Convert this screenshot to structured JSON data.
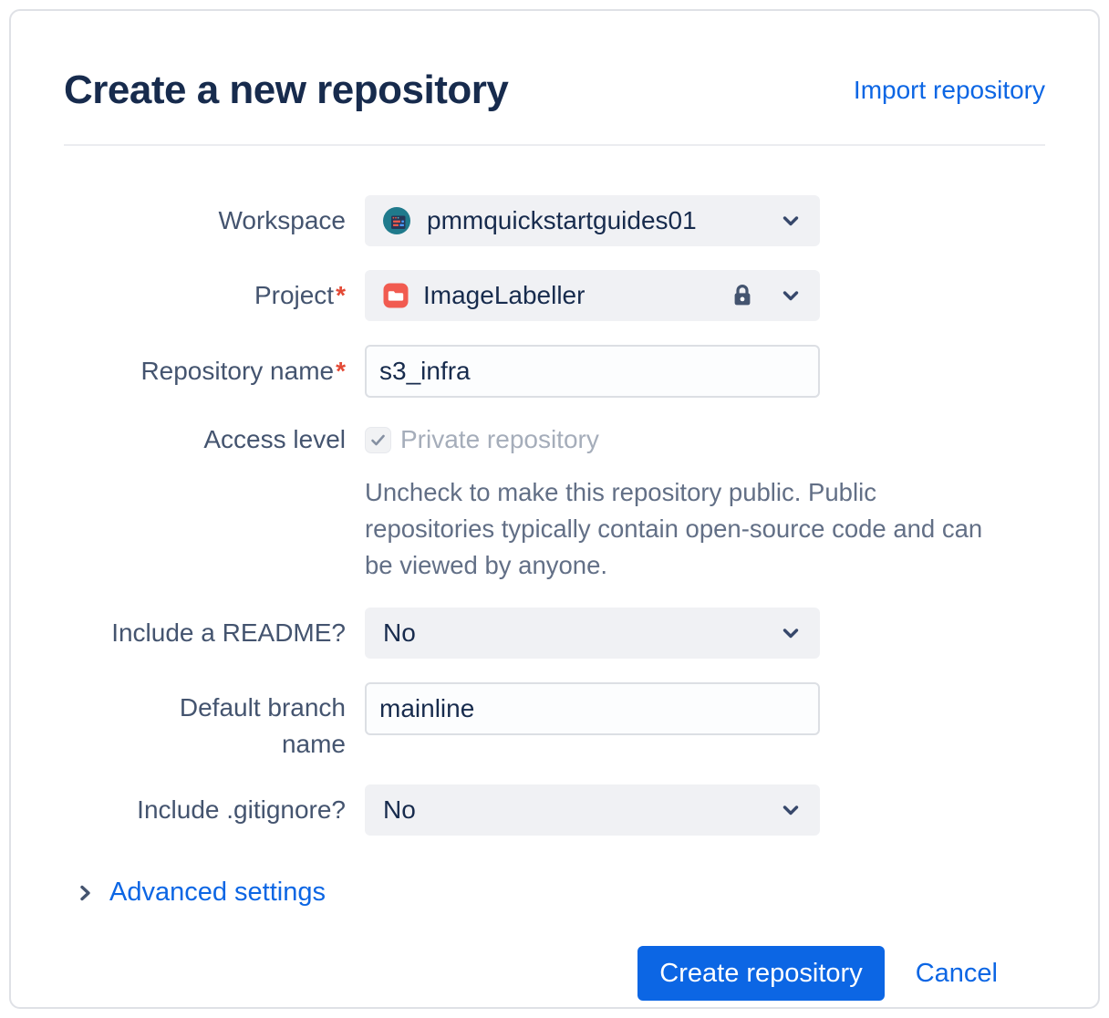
{
  "dialog": {
    "title": "Create a new repository",
    "import_link": "Import repository"
  },
  "form": {
    "workspace": {
      "label": "Workspace",
      "value": "pmmquickstartguides01"
    },
    "project": {
      "label": "Project",
      "required_mark": "*",
      "value": "ImageLabeller",
      "locked": true
    },
    "repository_name": {
      "label": "Repository name",
      "required_mark": "*",
      "value": "s3_infra"
    },
    "access_level": {
      "label": "Access level",
      "checkbox_label": "Private repository",
      "checked": true,
      "disabled": true,
      "help_text": "Uncheck to make this repository public. Public repositories typically contain open-source code and can be viewed by anyone."
    },
    "include_readme": {
      "label": "Include a README?",
      "value": "No"
    },
    "default_branch": {
      "label": "Default branch name",
      "value": "mainline"
    },
    "include_gitignore": {
      "label": "Include .gitignore?",
      "value": "No"
    },
    "advanced_settings_label": "Advanced settings"
  },
  "actions": {
    "create_label": "Create repository",
    "cancel_label": "Cancel"
  },
  "icons": {
    "workspace_avatar": "workspace-avatar-teal-browser",
    "project": "red-folder-icon",
    "lock": "lock-icon",
    "chevron_down": "chevron-down-icon",
    "chevron_right": "chevron-right-icon",
    "checkmark": "checkmark-icon"
  },
  "colors": {
    "accent_blue": "#0C66E4",
    "title_text": "#172B4D",
    "label_text": "#44546F",
    "helper_text": "#626F86",
    "disabled_text": "#A5ADBA",
    "required_red": "#E34935",
    "project_icon_red": "#F15B50",
    "avatar_teal": "#1F7A8C",
    "field_bg": "#F0F1F4",
    "card_border": "#DFE1E6"
  }
}
